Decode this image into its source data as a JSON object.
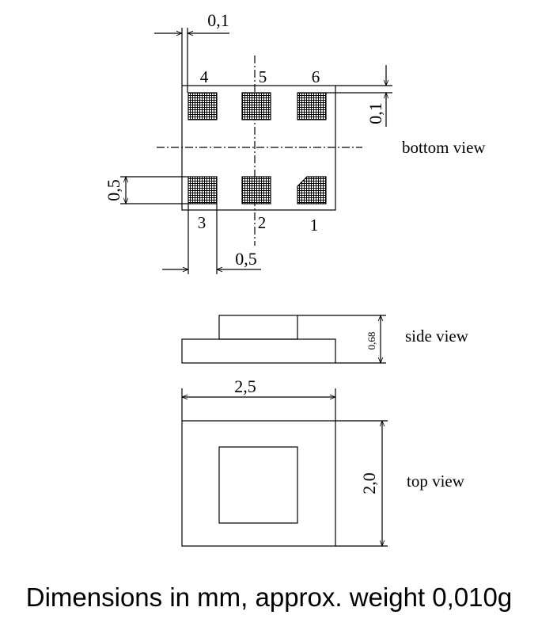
{
  "bottom_view": {
    "label": "bottom view",
    "pins_top": [
      "4",
      "5",
      "6"
    ],
    "pins_bottom": [
      "3",
      "2",
      "1"
    ],
    "dim_offset_h": "0,1",
    "dim_offset_v": "0,1",
    "dim_pad": "0,5",
    "dim_pitch": "0,5"
  },
  "side_view": {
    "label": "side view",
    "dim_height": "0,68"
  },
  "top_view": {
    "label": "top view",
    "dim_width": "2,5",
    "dim_depth": "2,0"
  },
  "caption": "Dimensions in mm, approx. weight 0,010g"
}
